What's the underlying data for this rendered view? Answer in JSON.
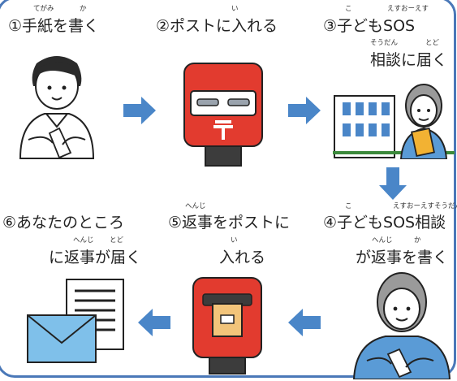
{
  "accent_color": "#4a86c8",
  "steps": [
    {
      "label": "①手紙を書く",
      "ruby": [
        "てがみ",
        "か"
      ],
      "image": "child-writing-letter-illustration"
    },
    {
      "label": "②ポストに入れる",
      "ruby": [
        "い"
      ],
      "image": "red-postbox-illustration"
    },
    {
      "label_1": "③子どもSOS",
      "label_2": "相談に届く",
      "ruby": [
        "こ",
        "えすおーえす",
        "そうだん",
        "とど"
      ],
      "image": "counselor-at-building-illustration"
    },
    {
      "label_1": "④子どもSOS相談",
      "label_2": "が返事を書く",
      "ruby": [
        "こ",
        "えすおーえすそうだん",
        "へんじ",
        "か"
      ],
      "image": "counselor-writing-reply-illustration"
    },
    {
      "label_1": "⑤返事をポストに",
      "label_2": "入れる",
      "ruby": [
        "へんじ",
        "い"
      ],
      "image": "postbox-with-letter-illustration"
    },
    {
      "label_1": "⑥あなたのところ",
      "label_2": "に返事が届く",
      "ruby": [
        "へんじ",
        "とど"
      ],
      "image": "envelope-and-document-illustration"
    }
  ],
  "arrows": [
    "right-arrow-icon",
    "right-arrow-icon",
    "down-arrow-icon",
    "left-arrow-icon",
    "left-arrow-icon"
  ]
}
